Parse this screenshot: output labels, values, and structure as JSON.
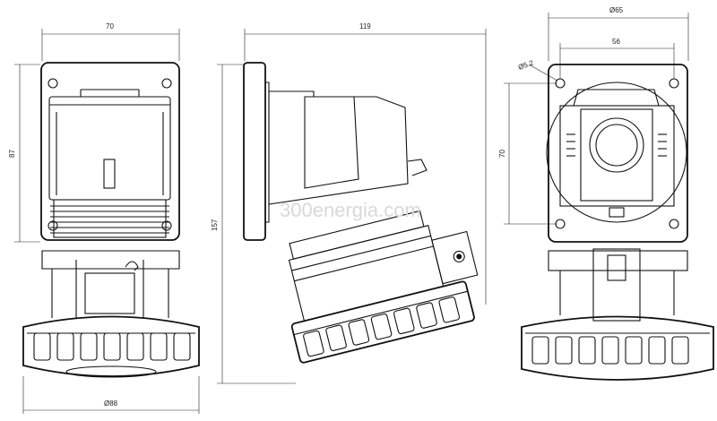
{
  "dimensions": {
    "front_width": "70",
    "front_height": "87",
    "front_diameter": "Ø88",
    "side_width": "119",
    "side_height": "157",
    "back_diameter": "Ø65",
    "back_hole_spacing": "56",
    "back_hole_diameter": "Ø5.2",
    "back_height": "70"
  },
  "watermark": "300energia.com"
}
